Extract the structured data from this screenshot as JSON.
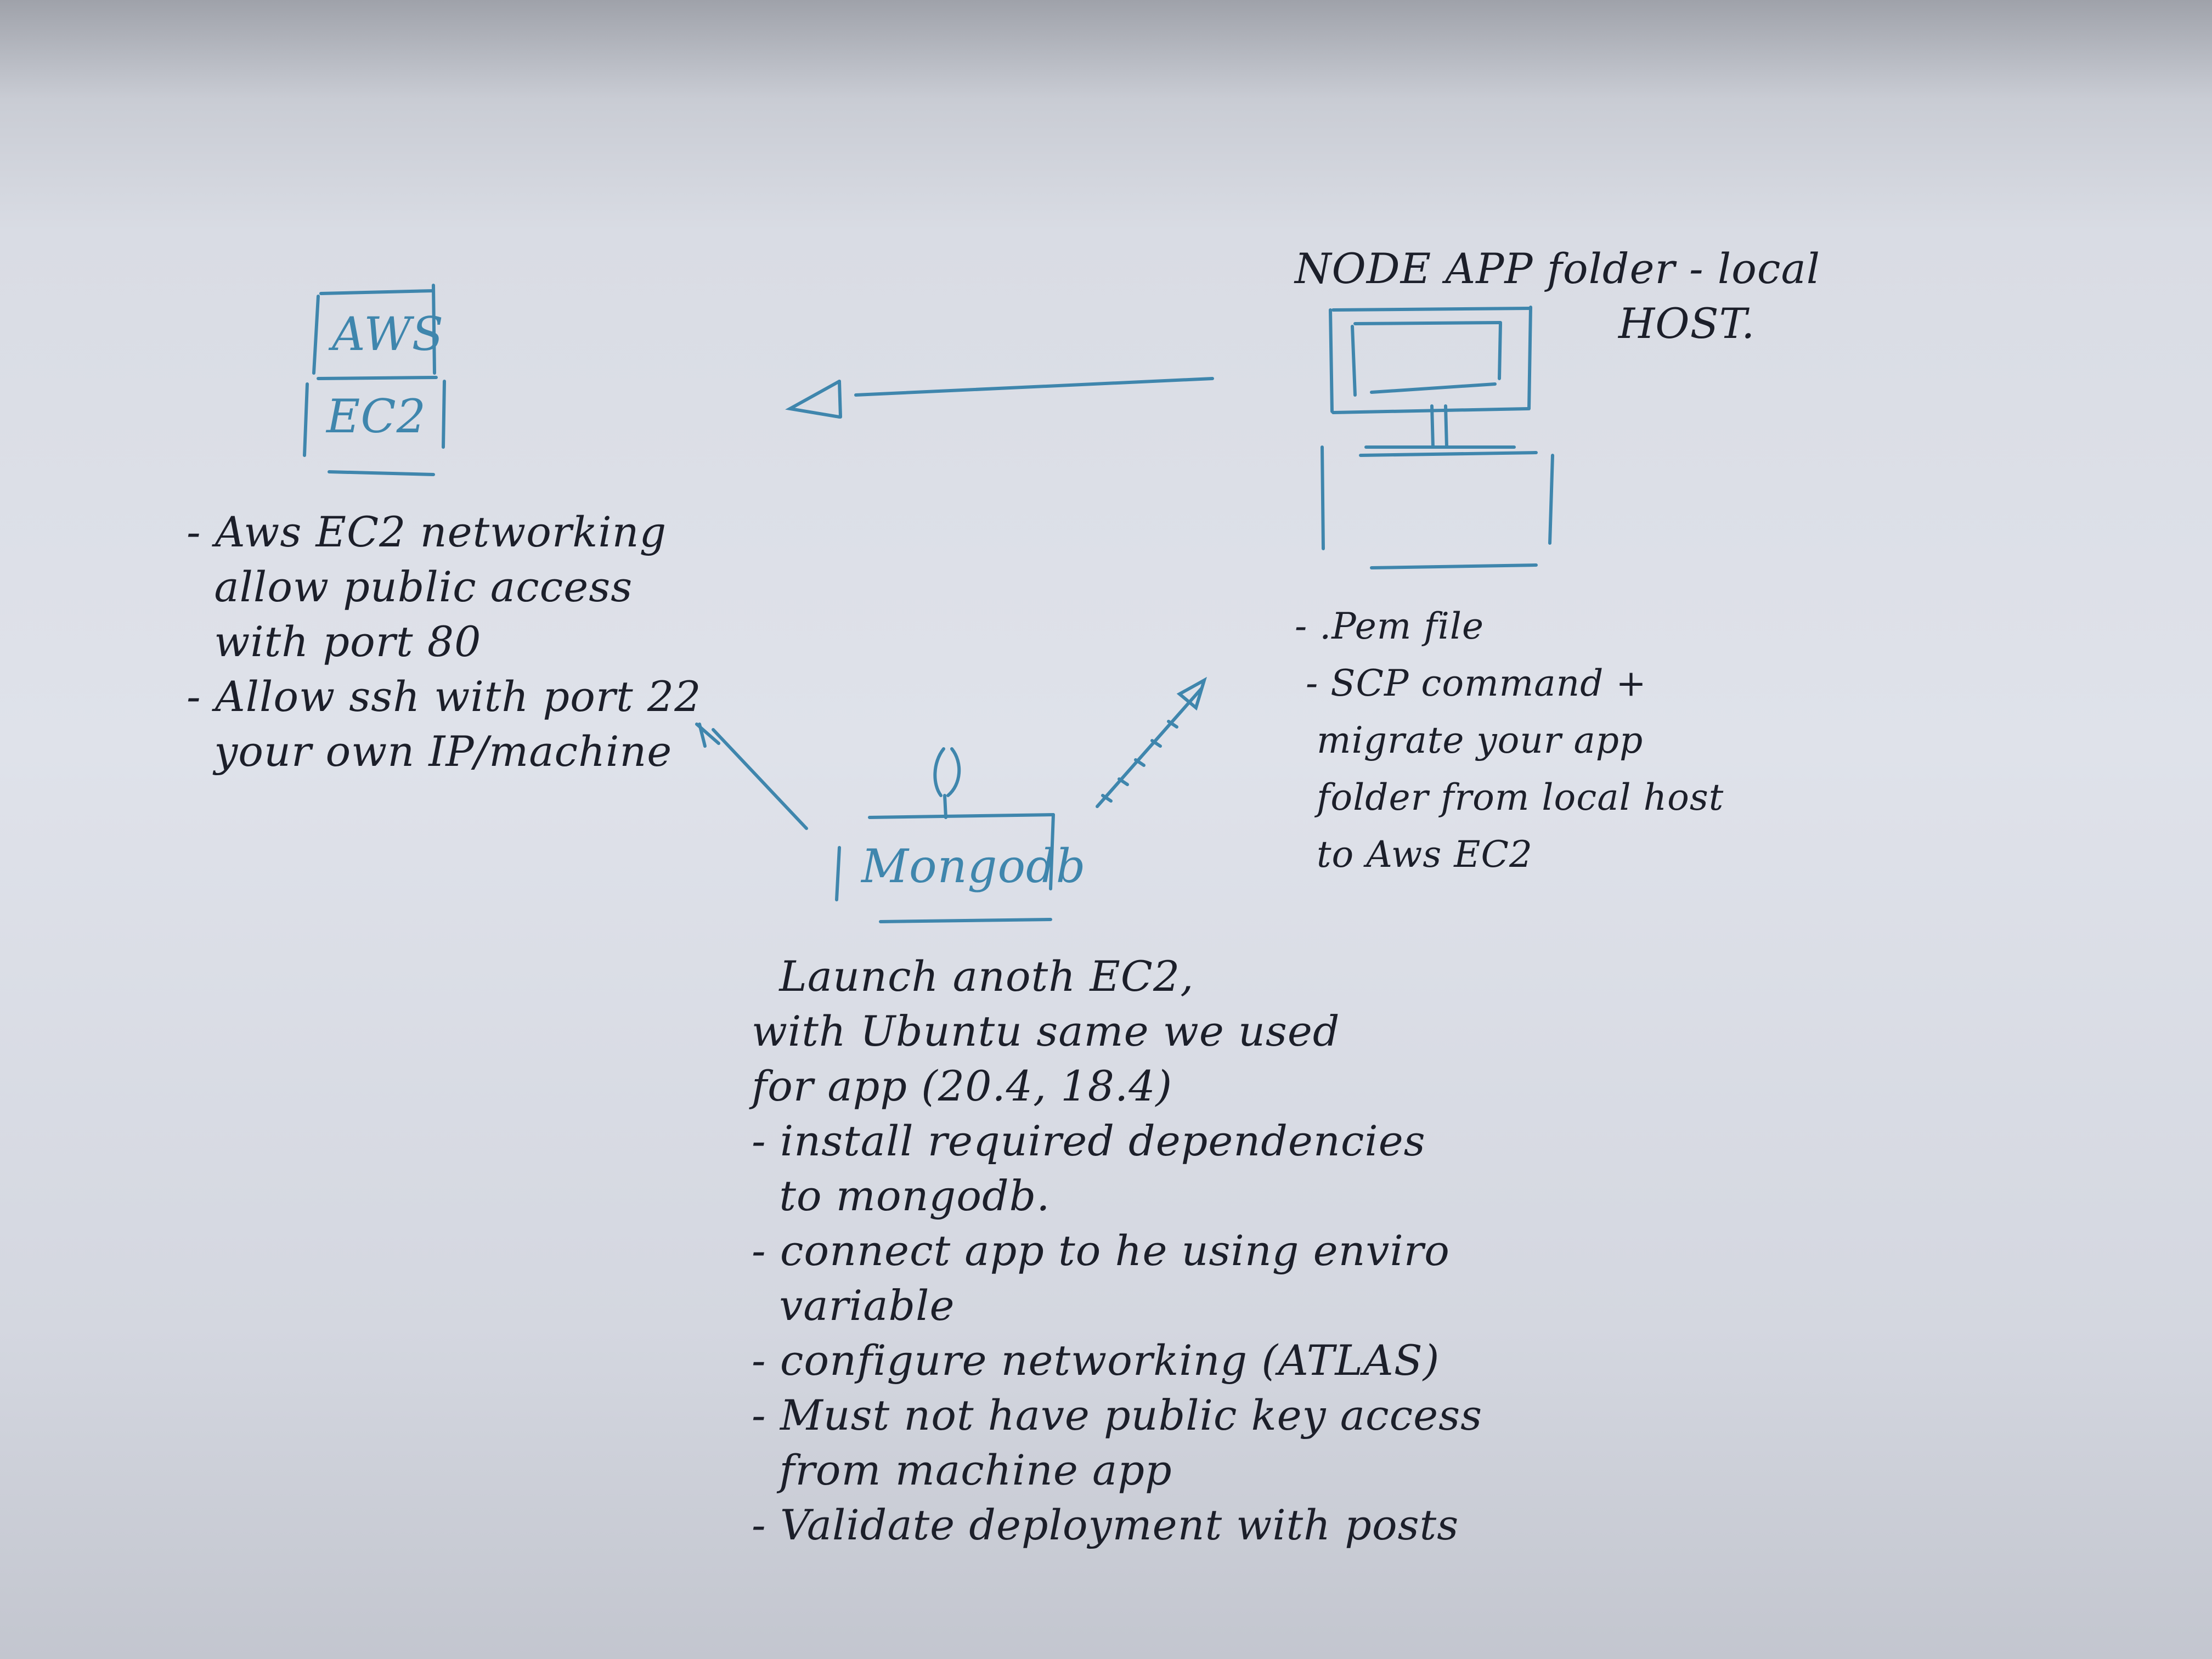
{
  "nodes": {
    "aws": {
      "label_top": "AWS",
      "label_bottom": "EC2"
    },
    "node_app": {
      "title_line1": "NODE APP folder - local",
      "title_line2": "HOST."
    },
    "mongodb": {
      "label": "Mongodb"
    }
  },
  "notes": {
    "aws": [
      "- Aws EC2 networking",
      "  allow public access",
      "  with port 80",
      "- Allow ssh with port 22",
      "  your own IP/machine"
    ],
    "node_app": [
      "- .Pem file",
      "- SCP command +",
      "migrate your app",
      "folder from local host",
      "to Aws EC2"
    ],
    "mongodb": [
      "  Launch anoth EC2,",
      "with Ubuntu same we used",
      "for app (20.4, 18.4)",
      "- install required dependencies",
      "  to mongodb.",
      "- connect app to he using enviro",
      "  variable",
      "- configure networking (ATLAS)",
      "- Must not have public key access",
      "  from machine app",
      "- Validate deployment with posts"
    ]
  },
  "colors": {
    "ink": "#1c1f2a",
    "blue_ink": "#3f86ad"
  }
}
